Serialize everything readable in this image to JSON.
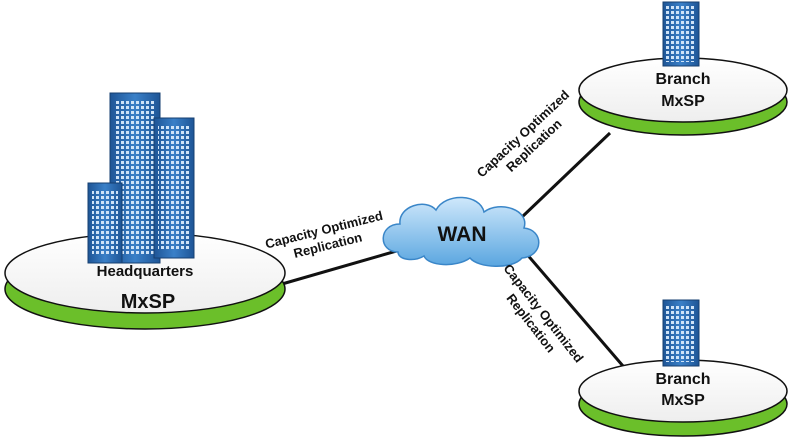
{
  "nodes": {
    "headquarters": {
      "caption": "Headquarters",
      "name": "MxSP"
    },
    "wan": {
      "name": "WAN"
    },
    "branch_top": {
      "caption": "Branch",
      "name": "MxSP"
    },
    "branch_bottom": {
      "caption": "Branch",
      "name": "MxSP"
    }
  },
  "links": {
    "hq_wan": {
      "line1": "Capacity Optimized",
      "line2": "Replication"
    },
    "wan_branch_top": {
      "line1": "Capacity Optimized",
      "line2": "Replication"
    },
    "wan_branch_bottom": {
      "line1": "Capacity Optimized",
      "line2": "Replication"
    }
  },
  "colors": {
    "platform_base": "#6bbf2a",
    "platform_top": "#ffffff",
    "building": "#2f6fb5",
    "cloud": "#8fc3ec",
    "line": "#111111"
  }
}
